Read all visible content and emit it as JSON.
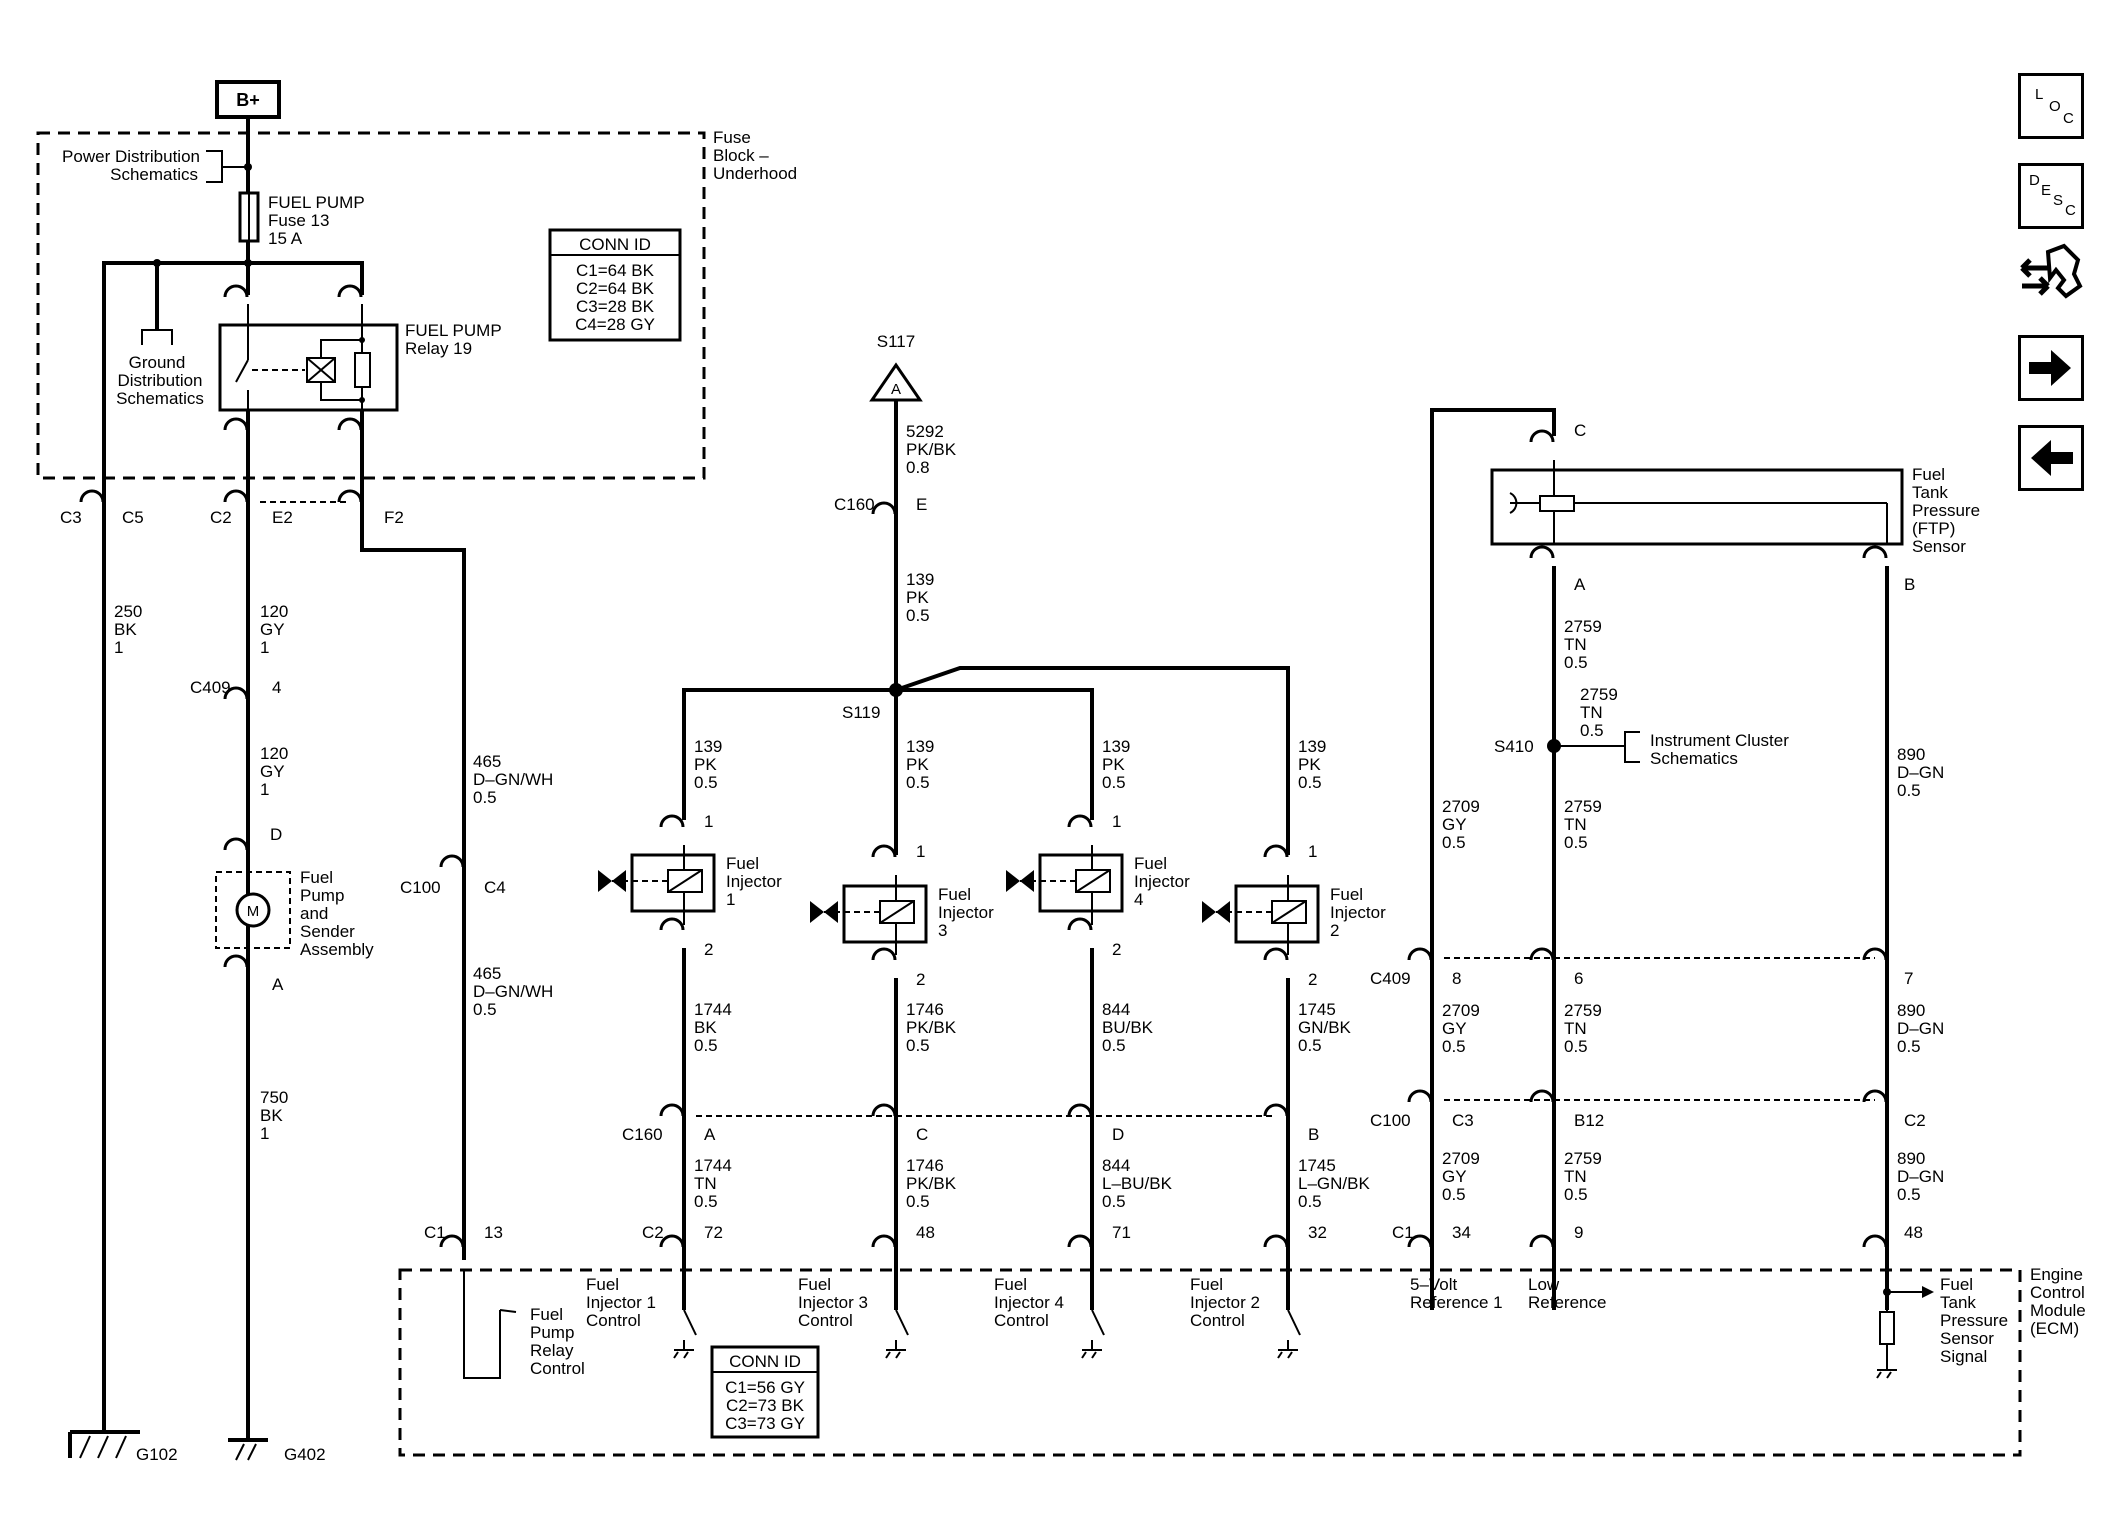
{
  "battery": "B+",
  "fuse_block": {
    "title_lines": [
      "Fuse",
      "Block –",
      "Underhood"
    ],
    "power_ref_lines": [
      "Power Distribution",
      "Schematics"
    ],
    "ground_ref_lines": [
      "Ground",
      "Distribution",
      "Schematics"
    ],
    "fuse_lines": [
      "FUEL PUMP",
      "Fuse 13",
      "15 A"
    ],
    "relay_lines": [
      "FUEL PUMP",
      "Relay 19"
    ],
    "conn_id_title": "CONN ID",
    "conn_ids": [
      "C1=64 BK",
      "C2=64 BK",
      "C3=28 BK",
      "C4=28 GY"
    ]
  },
  "connector_labels": {
    "c3": "C3",
    "c5": "C5",
    "c2": "C2",
    "e2": "E2",
    "f2": "F2",
    "c409_top": "C409",
    "c409_pin": "4",
    "pump_pin_d": "D",
    "pump_pin_a": "A",
    "c100_left": "C100",
    "c100_pin": "C4",
    "c1_left": "C1",
    "c1_pin": "13",
    "s117": "S117",
    "s117_letter": "A",
    "c160_top": "C160",
    "c160_top_pin": "E",
    "s119": "S119",
    "c160_bottom": "C160",
    "c2_ecm": "C2",
    "c409_right": "C409",
    "c100_right": "C100",
    "c1_right": "C1",
    "s410": "S410",
    "ftp_pin_c": "C",
    "ftp_pin_a": "A",
    "ftp_pin_b": "B"
  },
  "wires": {
    "w250": [
      "250",
      "BK",
      "1"
    ],
    "w120a": [
      "120",
      "GY",
      "1"
    ],
    "w120b": [
      "120",
      "GY",
      "1"
    ],
    "w465a": [
      "465",
      "D–GN/WH",
      "0.5"
    ],
    "w465b": [
      "465",
      "D–GN/WH",
      "0.5"
    ],
    "w750": [
      "750",
      "BK",
      "1"
    ],
    "w5292": [
      "5292",
      "PK/BK",
      "0.8"
    ],
    "w139": [
      "139",
      "PK",
      "0.5"
    ],
    "w139_1": [
      "139",
      "PK",
      "0.5"
    ],
    "w139_3": [
      "139",
      "PK",
      "0.5"
    ],
    "w139_4": [
      "139",
      "PK",
      "0.5"
    ],
    "w139_2": [
      "139",
      "PK",
      "0.5"
    ],
    "w1744a": [
      "1744",
      "BK",
      "0.5"
    ],
    "w1746a": [
      "1746",
      "PK/BK",
      "0.5"
    ],
    "w844a": [
      "844",
      "BU/BK",
      "0.5"
    ],
    "w1745a": [
      "1745",
      "GN/BK",
      "0.5"
    ],
    "w1744b": [
      "1744",
      "TN",
      "0.5"
    ],
    "w1746b": [
      "1746",
      "PK/BK",
      "0.5"
    ],
    "w844b": [
      "844",
      "L–BU/BK",
      "0.5"
    ],
    "w1745b": [
      "1745",
      "L–GN/BK",
      "0.5"
    ],
    "w2759a": [
      "2759",
      "TN",
      "0.5"
    ],
    "w2759b": [
      "2759",
      "TN",
      "0.5"
    ],
    "w2759c": [
      "2759",
      "TN",
      "0.5"
    ],
    "w2759d": [
      "2759",
      "TN",
      "0.5"
    ],
    "w2759e": [
      "2759",
      "TN",
      "0.5"
    ],
    "w2709a": [
      "2709",
      "GY",
      "0.5"
    ],
    "w2709b": [
      "2709",
      "GY",
      "0.5"
    ],
    "w2709c": [
      "2709",
      "GY",
      "0.5"
    ],
    "w890a": [
      "890",
      "D–GN",
      "0.5"
    ],
    "w890b": [
      "890",
      "D–GN",
      "0.5"
    ],
    "w890c": [
      "890",
      "D–GN",
      "0.5"
    ]
  },
  "injectors": [
    {
      "name_lines": [
        "Fuel",
        "Injector",
        "1"
      ],
      "pin_top": "1",
      "pin_bottom": "2",
      "c160_pin": "A",
      "ecm_pin": "72",
      "control_lines": [
        "Fuel",
        "Injector 1",
        "Control"
      ]
    },
    {
      "name_lines": [
        "Fuel",
        "Injector",
        "3"
      ],
      "pin_top": "1",
      "pin_bottom": "2",
      "c160_pin": "C",
      "ecm_pin": "48",
      "control_lines": [
        "Fuel",
        "Injector 3",
        "Control"
      ]
    },
    {
      "name_lines": [
        "Fuel",
        "Injector",
        "4"
      ],
      "pin_top": "1",
      "pin_bottom": "2",
      "c160_pin": "D",
      "ecm_pin": "71",
      "control_lines": [
        "Fuel",
        "Injector 4",
        "Control"
      ]
    },
    {
      "name_lines": [
        "Fuel",
        "Injector",
        "2"
      ],
      "pin_top": "1",
      "pin_bottom": "2",
      "c160_pin": "B",
      "ecm_pin": "32",
      "control_lines": [
        "Fuel",
        "Injector 2",
        "Control"
      ]
    }
  ],
  "pump": {
    "motor": "M",
    "name_lines": [
      "Fuel",
      "Pump",
      "and",
      "Sender",
      "Assembly"
    ]
  },
  "ftp_sensor": {
    "name_lines": [
      "Fuel",
      "Tank",
      "Pressure",
      "(FTP)",
      "Sensor"
    ]
  },
  "instrument_cluster_lines": [
    "Instrument Cluster",
    "Schematics"
  ],
  "ftp_pins": {
    "c409": [
      "8",
      "6",
      "7"
    ],
    "c100": [
      "C3",
      "B12",
      "C2"
    ],
    "c1": [
      "34",
      "9",
      "48"
    ]
  },
  "ecm": {
    "title_lines": [
      "Engine",
      "Control",
      "Module",
      "(ECM)"
    ],
    "relay_control_lines": [
      "Fuel",
      "Pump",
      "Relay",
      "Control"
    ],
    "ref5v_lines": [
      "5–Volt",
      "Reference 1"
    ],
    "lowref_lines": [
      "Low",
      "Reference"
    ],
    "ftp_signal_lines": [
      "Fuel",
      "Tank",
      "Pressure",
      "Sensor",
      "Signal"
    ],
    "conn_id_title": "CONN ID",
    "conn_ids": [
      "C1=56 GY",
      "C2=73 BK",
      "C3=73 GY"
    ]
  },
  "grounds": {
    "g102": "G102",
    "g402": "G402"
  },
  "nav": {
    "loc": [
      "L",
      "O",
      "C"
    ],
    "desc": [
      "D",
      "E",
      "S",
      "C"
    ]
  }
}
